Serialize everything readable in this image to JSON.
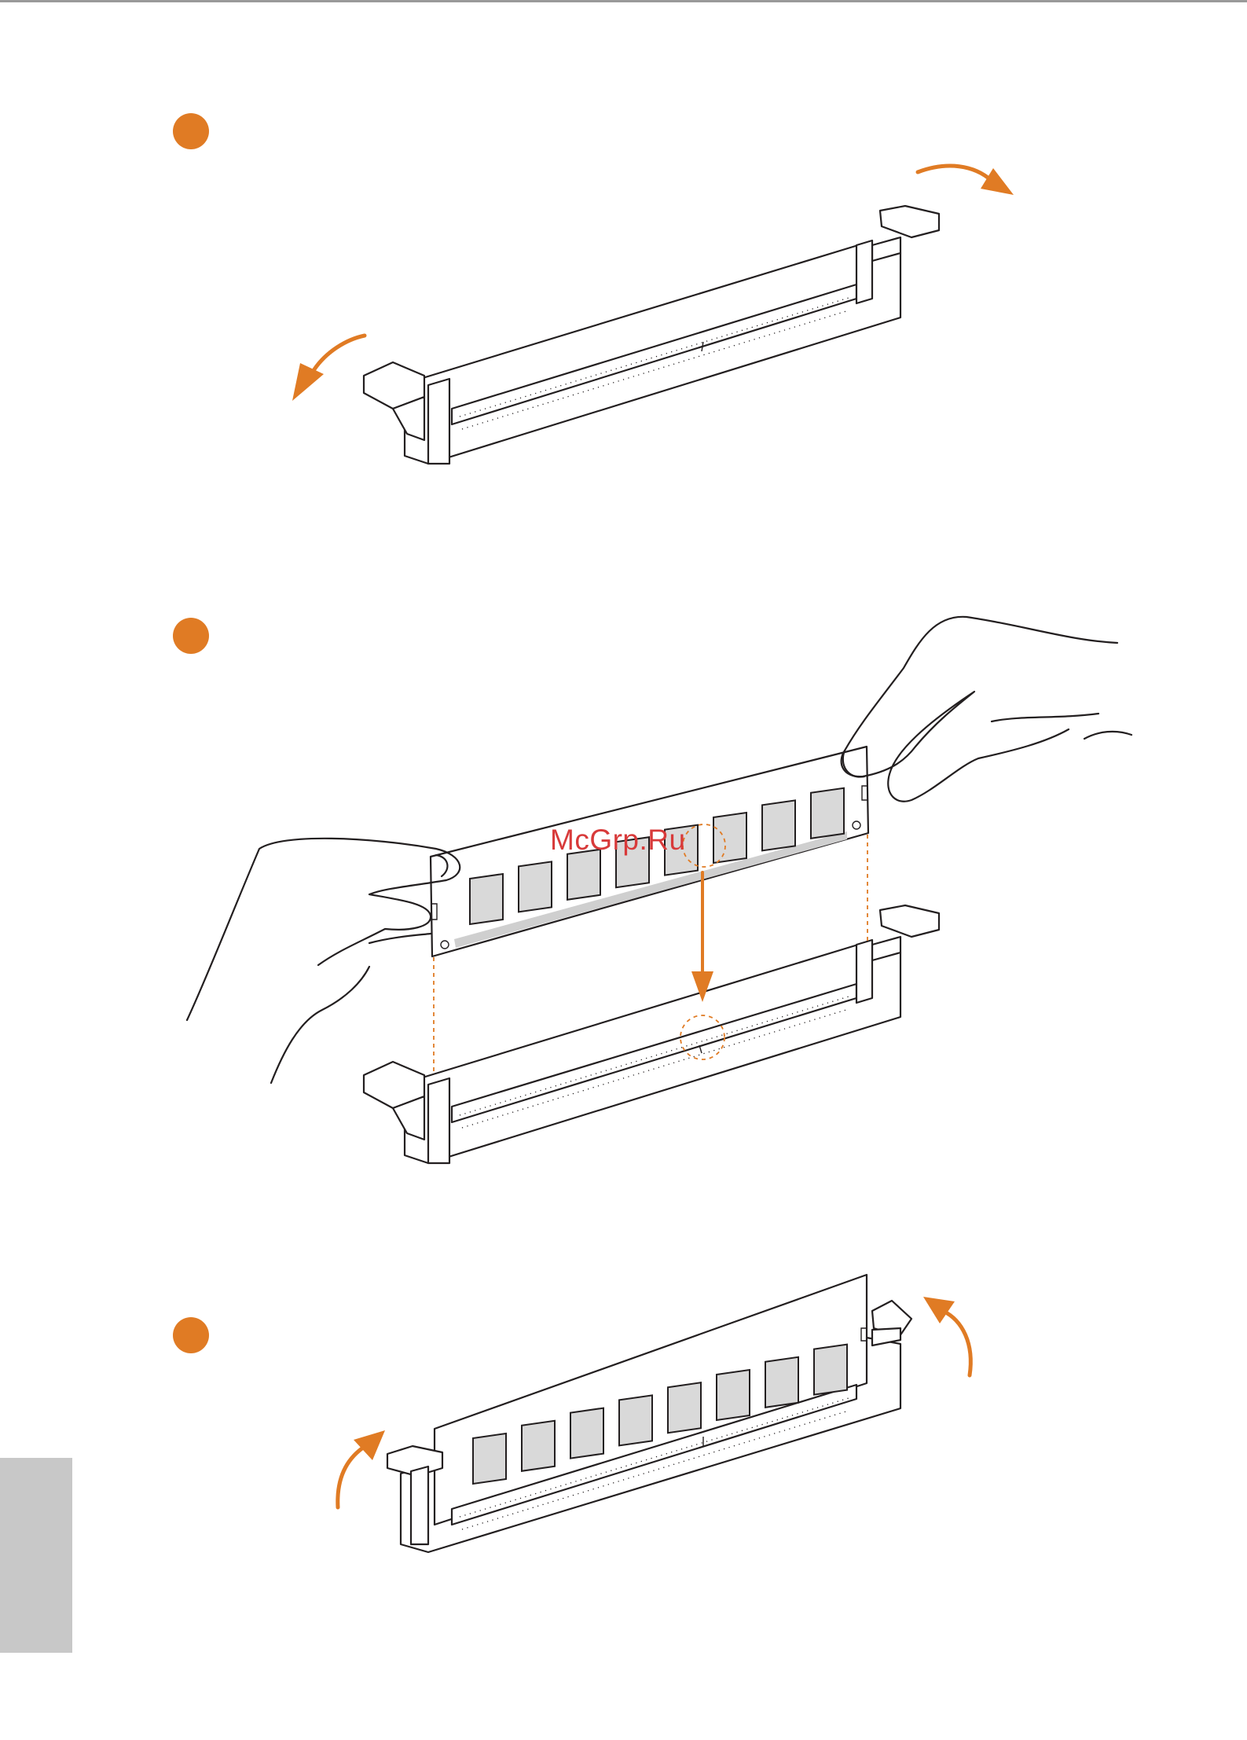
{
  "watermark": "McGrp.Ru",
  "steps": [
    {
      "marker": "step-1-dot"
    },
    {
      "marker": "step-2-dot"
    },
    {
      "marker": "step-3-dot"
    }
  ],
  "colors": {
    "accent": "#e07b24",
    "line": "#231f20",
    "chip_fill": "#d9d9d9",
    "side_tab": "#c8c8c8",
    "top_rule": "#9a9a9a",
    "watermark": "#d83a3a"
  },
  "icons": [
    "open-latch-arrow-icon",
    "insert-down-arrow-icon",
    "close-latch-arrow-icon",
    "notch-highlight-circle-icon",
    "hand-icon"
  ]
}
